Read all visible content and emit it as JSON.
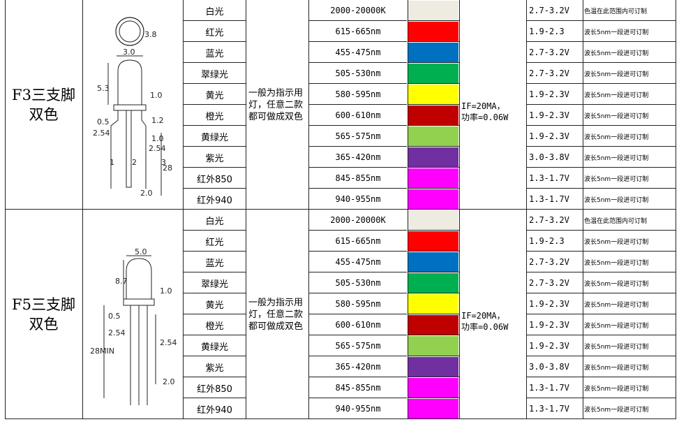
{
  "sections": [
    {
      "model": "F3三支脚双色",
      "usage": "一般为指示用灯，任意二款都可做成双色",
      "condition": "IF=20MA，\n功率=0.06W",
      "dims": {
        "lens": "3.8",
        "width": "3.0",
        "height": "5.3",
        "flange": "1.0",
        "lead_w": "0.5",
        "lead_sp": "1.2",
        "pitch": "2.54",
        "h1": "1.0",
        "pitch2": "2.54",
        "pin1": "1",
        "pin2": "2",
        "pin3": "3",
        "len": "28",
        "bottom": "2.0"
      },
      "rows": [
        {
          "color": "白光",
          "wave": "2000-20000K",
          "swatch": "#eeebe0",
          "volt": "2.7-3.2V",
          "note": "色温在此范围内可订制"
        },
        {
          "color": "红光",
          "wave": "615-665nm",
          "swatch": "#ff0000",
          "volt": "1.9-2.3",
          "note": "波长5nm一段进可订制"
        },
        {
          "color": "蓝光",
          "wave": "455-475nm",
          "swatch": "#0070c0",
          "volt": "2.7-3.2V",
          "note": "波长5nm一段进可订制"
        },
        {
          "color": "翠绿光",
          "wave": "505-530nm",
          "swatch": "#00b050",
          "volt": "2.7-3.2V",
          "note": "波长5nm一段进可订制"
        },
        {
          "color": "黄光",
          "wave": "580-595nm",
          "swatch": "#ffff00",
          "volt": "1.9-2.3V",
          "note": "波长5nm一段进可订制"
        },
        {
          "color": "橙光",
          "wave": "600-610nm",
          "swatch": "#c00000",
          "volt": "1.9-2.3V",
          "note": "波长5nm一段进可订制"
        },
        {
          "color": "黄绿光",
          "wave": "565-575nm",
          "swatch": "#92d050",
          "volt": "1.9-2.3V",
          "note": "波长5nm一段进可订制"
        },
        {
          "color": "紫光",
          "wave": "365-420nm",
          "swatch": "#7030a0",
          "volt": "3.0-3.8V",
          "note": "波长5nm一段进可订制"
        },
        {
          "color": "红外850",
          "wave": "845-855nm",
          "swatch": "#ff00ff",
          "volt": "1.3-1.7V",
          "note": "波长5nm一段进可订制"
        },
        {
          "color": "红外940",
          "wave": "940-955nm",
          "swatch": "#ff00ff",
          "volt": "1.3-1.7V",
          "note": "波长5nm一段进可订制"
        }
      ]
    },
    {
      "model": "F5三支脚双色",
      "usage": "一般为指示用灯，任意二款都可做成双色",
      "condition": "IF=20MA，\n功率=0.06W",
      "dims": {
        "width": "5.0",
        "height": "8.7",
        "flange": "1.0",
        "lead_w": "0.5",
        "pitch": "2.54",
        "pitch2": "2.54",
        "len": "28MIN",
        "bottom": "2.0"
      },
      "rows": [
        {
          "color": "白光",
          "wave": "2000-20000K",
          "swatch": "#eeebe0",
          "volt": "2.7-3.2V",
          "note": "色温在此范围内可订制"
        },
        {
          "color": "红光",
          "wave": "615-665nm",
          "swatch": "#ff0000",
          "volt": "1.9-2.3",
          "note": "波长5nm一段进可订制"
        },
        {
          "color": "蓝光",
          "wave": "455-475nm",
          "swatch": "#0070c0",
          "volt": "2.7-3.2V",
          "note": "波长5nm一段进可订制"
        },
        {
          "color": "翠绿光",
          "wave": "505-530nm",
          "swatch": "#00b050",
          "volt": "2.7-3.2V",
          "note": "波长5nm一段进可订制"
        },
        {
          "color": "黄光",
          "wave": "580-595nm",
          "swatch": "#ffff00",
          "volt": "1.9-2.3V",
          "note": "波长5nm一段进可订制"
        },
        {
          "color": "橙光",
          "wave": "600-610nm",
          "swatch": "#c00000",
          "volt": "1.9-2.3V",
          "note": "波长5nm一段进可订制"
        },
        {
          "color": "黄绿光",
          "wave": "565-575nm",
          "swatch": "#92d050",
          "volt": "1.9-2.3V",
          "note": "波长5nm一段进可订制"
        },
        {
          "color": "紫光",
          "wave": "365-420nm",
          "swatch": "#7030a0",
          "volt": "3.0-3.8V",
          "note": "波长5nm一段进可订制"
        },
        {
          "color": "红外850",
          "wave": "845-855nm",
          "swatch": "#ff00ff",
          "volt": "1.3-1.7V",
          "note": "波长5nm一段进可订制"
        },
        {
          "color": "红外940",
          "wave": "940-955nm",
          "swatch": "#ff00ff",
          "volt": "1.3-1.7V",
          "note": "波长5nm一段进可订制"
        }
      ]
    }
  ]
}
